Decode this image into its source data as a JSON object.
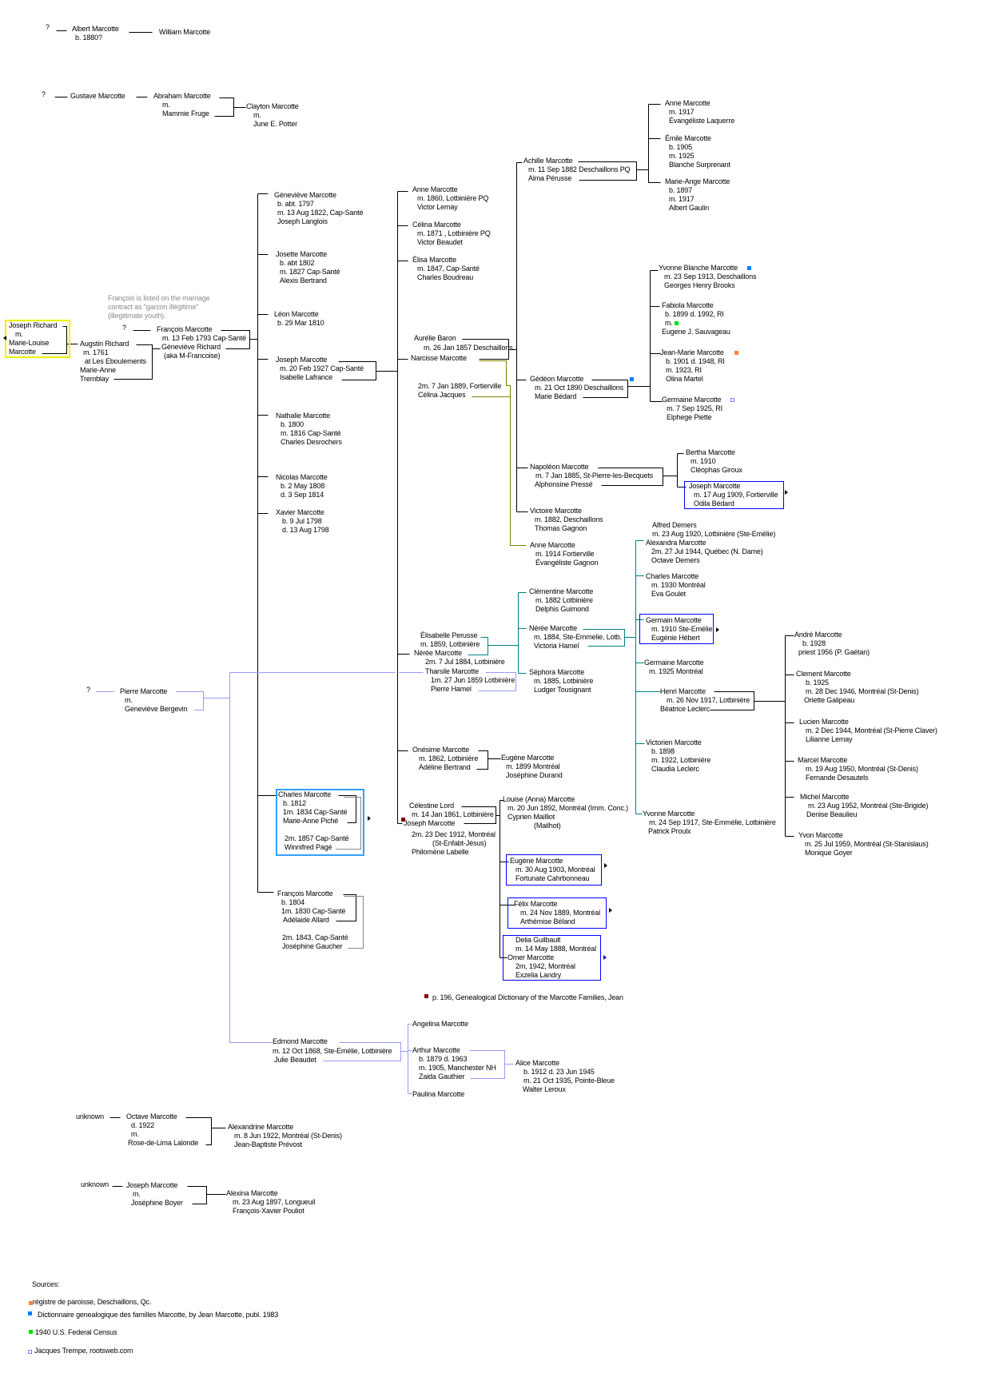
{
  "title": "Marcotte family tree",
  "colors": {
    "line": "#000000",
    "teal": "#008080",
    "olive": "#808000",
    "lavender": "#9999ff",
    "gray": "#888888",
    "box_blue": "#0000ff",
    "box_lightblue": "#33a0ff",
    "box_yellow": "#f0f000",
    "src_parish": "#ff8040",
    "src_dictionary": "#0080ff",
    "src_census": "#00e000",
    "src_rootsweb": "#8080ff",
    "footnote_marker": "#800000"
  },
  "blocks": {
    "q1": [
      "?"
    ],
    "albert": [
      "Albert Marcotte",
      "b. 1880?"
    ],
    "william": [
      "William Marcotte"
    ],
    "q2": [
      "?"
    ],
    "gustave": [
      "Gustave Marcotte"
    ],
    "abraham": [
      "Abraham Marcotte",
      "m.",
      "Mammie Fruge"
    ],
    "clayton": [
      "Clayton Marcotte",
      "m.",
      "June E. Potter"
    ],
    "note": [
      "François is listed on the marriage",
      "contract as \"garcon illégitime\"",
      "(illegitimate youth)."
    ],
    "joseph_richard": [
      "Joseph Richard",
      "m.",
      "Marie-Louise",
      "Marcotte"
    ],
    "augstin": [
      "Augstin Richard",
      "m. 1761",
      "at Les Eboulements",
      "Marie-Anne",
      "Tremblay"
    ],
    "q3": [
      "?"
    ],
    "francois": [
      "François Marcotte",
      "m.  13 Feb 1793 Cap-Santé",
      "Géneviève Richard",
      "(aka M-Francoise)"
    ],
    "genevieve": [
      "Géneviève Marcotte",
      "b. abt. 1797",
      "m. 13 Aug 1822, Cap-Santé",
      "Joseph Langlois"
    ],
    "josette": [
      "Josette Marcotte",
      "b. abt 1802",
      "m. 1827 Cap-Santé",
      "Alexis Bertrand"
    ],
    "leon": [
      "Léon Marcotte",
      "b. 29 Mar 1810"
    ],
    "joseph1": [
      "Joseph Marcotte",
      "m. 20 Feb 1927 Cap-Santé",
      "Isabelle Lafrance"
    ],
    "nathalie": [
      "Nathalie Marcotte",
      "b. 1800",
      "m. 1816 Cap-Santé",
      "Charles Desrochers"
    ],
    "nicolas": [
      "Nicolas Marcotte",
      "b. 2 May 1808",
      "d. 3 Sep 1814"
    ],
    "xavier": [
      "Xavier Marcotte",
      "b. 9 Jul 1798",
      "d. 13 Aug 1798"
    ],
    "charles1": [
      "Charles Marcotte",
      "b. 1812",
      "1m.  1834  Cap-Santé",
      "Marie-Anne Piché",
      "2m. 1857 Cap-Santé",
      "Winnifred Pagé"
    ],
    "francois2": [
      "François Marcotte",
      "b. 1804",
      "1m. 1830 Cap-Santé",
      "Adélaide Allard",
      "2m. 1843, Cap-Santé",
      "Joséphine Gaucher"
    ],
    "anne1": [
      "Anne Marcotte",
      "m. 1860, Lotbinière PQ",
      "Victor Lemay"
    ],
    "celina1": [
      "Célina Marcotte",
      "m. 1871 , Lotbinière PQ",
      "Victor Beaudet"
    ],
    "elisa": [
      "Élisa Marcotte",
      "m. 1847, Cap-Santé",
      "Charles Boudreau"
    ],
    "aurelie": [
      "Aurélie Baron",
      "m. 26 Jan 1857 Deschaillons",
      "Narcisse Marcotte"
    ],
    "celina_jacques": [
      "2m. 7 Jan 1889, Fortierville",
      "Célina Jacques"
    ],
    "achille": [
      "Achille Marcotte",
      "m. 11 Sep 1882 Deschaillons PQ",
      "Alma Pérusse"
    ],
    "anne2": [
      "Anne Marcotte",
      "m. 1917",
      "Évangéliste Laquerre"
    ],
    "emile": [
      "Émile Marcotte",
      "b. 1905",
      "m. 1925",
      "Blanche Surprenant"
    ],
    "marieange": [
      "Marie-Ange Marcotte",
      "b. 1897",
      "m. 1917",
      "Albert Gaulin"
    ],
    "yvonneb": [
      "Yvonne Blanche Marcotte",
      "m. 23 Sep 1913, Deschaillons",
      "Georges Henry Brooks"
    ],
    "fabiola": [
      "Fabiola Marcotte",
      "b. 1899   d. 1992, RI",
      "m.",
      "Eugene J. Sauvageau"
    ],
    "jeanmarie": [
      "Jean-Marie Marcotte",
      "b. 1901   d. 1948, RI",
      "m. 1923, RI",
      "Olina Martel"
    ],
    "germaine1": [
      "Germaine Marcotte",
      "m. 7 Sep 1925, RI",
      "Elphege Piette"
    ],
    "gedeon": [
      "Gédéon Marcotte",
      "m. 21 Oct 1890 Deschaillons",
      "Marie Bédard"
    ],
    "napoleon": [
      "Napoléon Marcotte",
      "m. 7 Jan 1885, St-Pierre-les-Becquets",
      "Alphonsine Pressé"
    ],
    "bertha": [
      "Bertha Marcotte",
      "m. 1910",
      "Cléophas Giroux"
    ],
    "joseph2": [
      "Joseph Marcotte",
      "m. 17 Aug 1909, Fortierville",
      "Odila Bédard"
    ],
    "victoire": [
      "Victoire Marcotte",
      "m. 1882, Deschaillons",
      "Thomas Gagnon"
    ],
    "anne3": [
      "Anne Marcotte",
      "m. 1914 Fortierville",
      "Évangéliste Gagnon"
    ],
    "alexandra": [
      "Alfred Demers",
      "m. 23 Aug 1920, Lotbinière (Ste-Emélie)",
      "Alexandra Marcotte",
      "2m. 27 Jul 1944, Québec (N. Dame)",
      "Octave Demers"
    ],
    "charles2": [
      "Charles Marcotte",
      "m. 1930 Montréal",
      "Eva Goulet"
    ],
    "germain": [
      "Germain Marcotte",
      "m. 1910 Ste-Emélie",
      "Eugénie Hébert"
    ],
    "germaine2": [
      "Germaine Marcotte",
      "m. 1925 Montréal"
    ],
    "henri": [
      "Henri Marcotte",
      "m. 26 Nov 1917, Lotbinière",
      "Béatrice Leclerc"
    ],
    "victorien": [
      "Victorien Marcotte",
      "b. 1898",
      "m. 1922, Lotbinière",
      "Claudia Leclerc"
    ],
    "yvonne2": [
      "Yvonne Marcotte",
      "m. 24 Sep 1917, Ste-Emmélie, Lotbinière",
      "Patrick Proulx"
    ],
    "andre": [
      "André Marcotte",
      "b. 1928",
      "priest 1956  (P. Gaétan)"
    ],
    "clement": [
      "Clement Marcotte",
      "b. 1925",
      "m. 28 Dec 1946, Montréal (St-Denis)",
      "Oriette Galipeau"
    ],
    "lucien": [
      "Lucien Marcotte",
      "m. 2 Dec 1944, Montréal (St-Pierre Claver)",
      "Lilianne Lemay"
    ],
    "marcel": [
      "Marcel Marcotte",
      "m. 19 Aug 1950, Montréal (St-Denis)",
      "Fernande Desautels"
    ],
    "michel": [
      "Michel Marcotte",
      "m. 23 Aug 1952, Montréal (Ste-Brigide)",
      "Denise Beaulieu"
    ],
    "yvon": [
      "Yvon Marcotte",
      "m. 25 Jul 1959, Montréal (St-Stanislaus)",
      "Monique Goyer"
    ],
    "elisabelle": [
      "Élisabelle Perusse",
      "m. 1859, Lotbinière",
      "Nérée Marcotte",
      "2m. 7 Jul 1884, Lotbinière"
    ],
    "tharsile": [
      "Tharsile Marcotte",
      "1m. 27 Jun 1859 Lotbinière",
      "Pierre Hamel"
    ],
    "clementine": [
      "Clémentine Marcotte",
      "m. 1882 Lotbinière",
      "Delphis Guimond"
    ],
    "neree2": [
      "Nérée Marcotte",
      "m. 1884, Ste-Emmelie, Lotb.",
      "Victoria Hamel"
    ],
    "sephora": [
      "Séphora Marcotte",
      "m. 1885, Lotbinière",
      "Ludger Tousignant"
    ],
    "q4": [
      "?"
    ],
    "pierre": [
      "Pierre Marcotte",
      "m.",
      "Geneviève Bergevin"
    ],
    "onesime": [
      "Onésime Marcotte",
      "m. 1862, Lotbinière",
      "Adéline Bertrand"
    ],
    "eugene1": [
      "Eugène Marcotte",
      "m. 1899 Montréal",
      "Joséphine Durand"
    ],
    "celestine": [
      "Célestine Lord",
      "m.  14 Jan 1861, Lotbinière",
      "Joseph Marcotte",
      "2m. 23 Dec 1912, Montréal",
      "(St-Enfabt-Jésus)",
      "Philomène Labelle"
    ],
    "louise": [
      "Louise (Anna) Marcotte",
      "m. 20 Jun 1892, Montréal (Imm. Conc.)",
      "Cyprien Mailliot",
      "(Mailhot)"
    ],
    "eugene2": [
      "Eugène Marcotte",
      "m. 30 Aug 1903, Montréal",
      "Fortunate Cahrbonneau"
    ],
    "felix": [
      "Félix Marcotte",
      "m. 24 Nov 1889, Montréal",
      "Arthémise Béland"
    ],
    "omer": [
      "Delia Guilbault",
      "m. 14 May 1888, Montréal",
      "Omer Marcotte",
      "2m, 1942, Montréal",
      "Exzelia Landry"
    ],
    "footnote": [
      "p. 196, Genealogical Dictionary of the Marcotte Families, Jean"
    ],
    "edmond": [
      "Edmond Marcotte",
      "m. 12 Oct 1868, Ste-Emélie, Lotbinière",
      "Julie Beaudet"
    ],
    "angelina": [
      "Angelina Marcotte"
    ],
    "arthur": [
      "Arthur Marcotte",
      "b. 1879  d. 1963",
      "m.  1905, Manchester NH",
      "Zaida Gauthier"
    ],
    "paulina": [
      "Paulina Marcotte"
    ],
    "alice": [
      "Alice Marcotte",
      "b. 1912   d. 23 Jun 1945",
      "m. 21 Oct 1935, Pointe-Bleue",
      "Walter Leroux"
    ],
    "unknown1": [
      "unknown"
    ],
    "octave": [
      "Octave Marcotte",
      "d. 1922",
      "m.",
      "Rose-de-Lima Lalonde"
    ],
    "alexandrine": [
      "Alexandrine Marcotte",
      "m. 8 Jun 1922, Montréal (St-Denis)",
      "Jean-Baptiste Prévost"
    ],
    "unknown2": [
      "unknown"
    ],
    "joseph3": [
      "Joseph Marcotte",
      "m.",
      "Joséphine Boyer"
    ],
    "alexina": [
      "Alexina Marcotte",
      "m. 23 Aug 1897, Longueuil",
      "François-Xavier Pouliot"
    ],
    "sources_title": [
      "Sources:"
    ],
    "source_parish": [
      "régistre de paroisse, Deschaillons, Qc."
    ],
    "source_dictionary": [
      "Dictionnaire genealogique des familles Marcotte, by Jean Marcotte, publ. 1983"
    ],
    "source_census": [
      "1940 U.S. Federal Census"
    ],
    "source_rootsweb": [
      "Jacques Trempe, rootsweb.com"
    ]
  }
}
